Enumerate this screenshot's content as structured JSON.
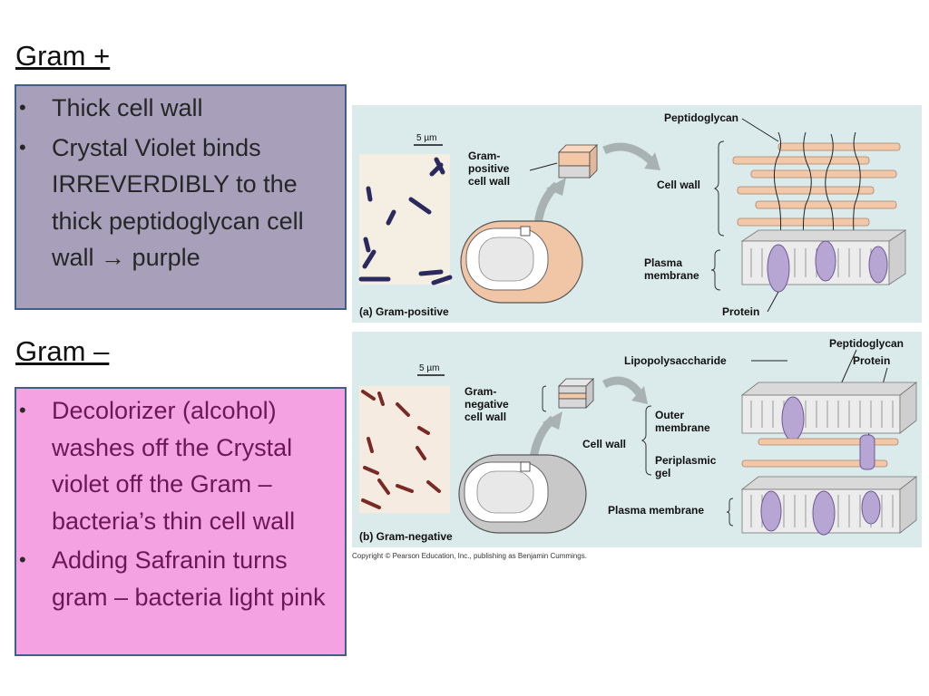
{
  "slide": {
    "gram_pos": {
      "heading": "Gram +",
      "bullets": [
        {
          "text": "Thick cell wall"
        },
        {
          "text": "Crystal Violet binds IRREVERDIBLY to the thick peptidoglycan cell wall",
          "arrow": "→",
          "suffix": "purple"
        }
      ]
    },
    "gram_neg": {
      "heading": "Gram –",
      "bullets": [
        {
          "text": "Decolorizer (alcohol) washes off the Crystal violet off the Gram – bacteria’s thin cell wall"
        },
        {
          "text": "Adding Safranin turns gram – bacteria light pink"
        }
      ]
    },
    "bullet_char": "•"
  },
  "figure": {
    "panel_a": {
      "scale": "5 µm",
      "callout": [
        "Gram-",
        "positive",
        "cell wall"
      ],
      "peptidoglycan": "Peptidoglycan",
      "cell_wall": "Cell wall",
      "plasma_membrane": [
        "Plasma",
        "membrane"
      ],
      "protein": "Protein",
      "caption": "(a) Gram-positive"
    },
    "panel_b": {
      "scale": "5 µm",
      "callout": [
        "Gram-",
        "negative",
        "cell wall"
      ],
      "lipopolysaccharide": "Lipopolysaccharide",
      "peptidoglycan": "Peptidoglycan",
      "protein": "Protein",
      "outer_membrane": [
        "Outer",
        "membrane"
      ],
      "cell_wall": "Cell wall",
      "periplasmic_gel": [
        "Periplasmic",
        "gel"
      ],
      "plasma_membrane": "Plasma membrane",
      "caption": "(b) Gram-negative"
    },
    "copyright": "Copyright © Pearson Education, Inc., publishing as Benjamin Cummings."
  },
  "colors": {
    "box_pos_bg": "#a8a0bb",
    "box_neg_bg": "#f5a2e2",
    "box_border": "#3f5f86",
    "neg_text": "#6b1758",
    "panel_bg": "#dbeaea",
    "peptidoglycan": "#f3c8a8",
    "protein": "#b7a6d3"
  }
}
